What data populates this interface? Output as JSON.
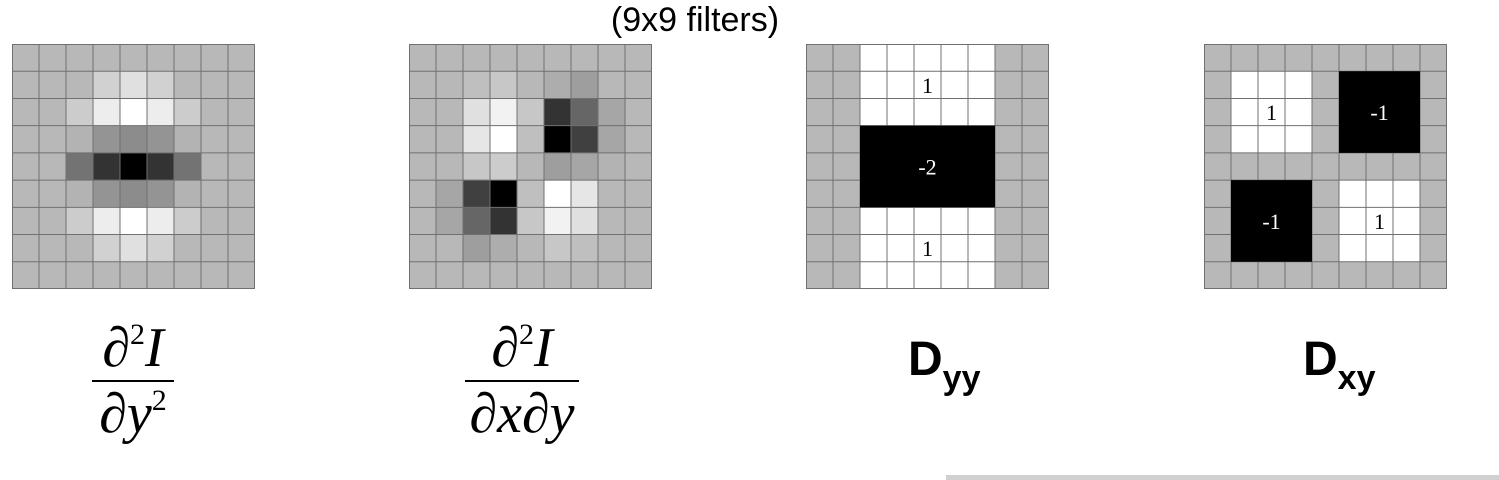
{
  "title": "(9x9 filters)",
  "colors": {
    "base_gray": "#b9b9b9",
    "grid_line": "#707070",
    "white": "#ffffff",
    "black": "#000000"
  },
  "filters": [
    {
      "id": "gaussian-dyy",
      "shades": [
        [
          0.72,
          0.72,
          0.72,
          0.72,
          0.72,
          0.72,
          0.72,
          0.72,
          0.72
        ],
        [
          0.72,
          0.72,
          0.72,
          0.82,
          0.88,
          0.82,
          0.72,
          0.72,
          0.72
        ],
        [
          0.72,
          0.72,
          0.8,
          0.93,
          1.0,
          0.93,
          0.8,
          0.72,
          0.72
        ],
        [
          0.72,
          0.72,
          0.7,
          0.58,
          0.55,
          0.58,
          0.7,
          0.72,
          0.72
        ],
        [
          0.72,
          0.72,
          0.45,
          0.2,
          0.0,
          0.2,
          0.45,
          0.72,
          0.72
        ],
        [
          0.72,
          0.72,
          0.7,
          0.58,
          0.55,
          0.58,
          0.7,
          0.72,
          0.72
        ],
        [
          0.72,
          0.72,
          0.8,
          0.93,
          1.0,
          0.93,
          0.8,
          0.72,
          0.72
        ],
        [
          0.72,
          0.72,
          0.72,
          0.82,
          0.88,
          0.82,
          0.72,
          0.72,
          0.72
        ],
        [
          0.72,
          0.72,
          0.72,
          0.72,
          0.72,
          0.72,
          0.72,
          0.72,
          0.72
        ]
      ]
    },
    {
      "id": "gaussian-dxy",
      "shades": [
        [
          0.72,
          0.72,
          0.72,
          0.72,
          0.72,
          0.72,
          0.72,
          0.72,
          0.72
        ],
        [
          0.72,
          0.72,
          0.75,
          0.78,
          0.72,
          0.68,
          0.62,
          0.72,
          0.72
        ],
        [
          0.72,
          0.72,
          0.88,
          0.95,
          0.78,
          0.2,
          0.4,
          0.65,
          0.72
        ],
        [
          0.72,
          0.72,
          0.9,
          1.0,
          0.75,
          0.0,
          0.25,
          0.65,
          0.72
        ],
        [
          0.72,
          0.72,
          0.78,
          0.8,
          0.72,
          0.62,
          0.65,
          0.7,
          0.72
        ],
        [
          0.72,
          0.65,
          0.25,
          0.0,
          0.75,
          1.0,
          0.9,
          0.72,
          0.72
        ],
        [
          0.72,
          0.65,
          0.4,
          0.2,
          0.78,
          0.95,
          0.88,
          0.72,
          0.72
        ],
        [
          0.72,
          0.72,
          0.62,
          0.68,
          0.72,
          0.78,
          0.75,
          0.72,
          0.72
        ],
        [
          0.72,
          0.72,
          0.72,
          0.72,
          0.72,
          0.72,
          0.72,
          0.72,
          0.72
        ]
      ]
    },
    {
      "id": "box-dyy",
      "shades": [
        [
          0.72,
          0.72,
          1,
          1,
          1,
          1,
          1,
          0.72,
          0.72
        ],
        [
          0.72,
          0.72,
          1,
          1,
          1,
          1,
          1,
          0.72,
          0.72
        ],
        [
          0.72,
          0.72,
          1,
          1,
          1,
          1,
          1,
          0.72,
          0.72
        ],
        [
          0.72,
          0.72,
          0,
          0,
          0,
          0,
          0,
          0.72,
          0.72
        ],
        [
          0.72,
          0.72,
          0,
          0,
          0,
          0,
          0,
          0.72,
          0.72
        ],
        [
          0.72,
          0.72,
          0,
          0,
          0,
          0,
          0,
          0.72,
          0.72
        ],
        [
          0.72,
          0.72,
          1,
          1,
          1,
          1,
          1,
          0.72,
          0.72
        ],
        [
          0.72,
          0.72,
          1,
          1,
          1,
          1,
          1,
          0.72,
          0.72
        ],
        [
          0.72,
          0.72,
          1,
          1,
          1,
          1,
          1,
          0.72,
          0.72
        ]
      ],
      "blocks": [
        {
          "rows": [
            0,
            2
          ],
          "cols": [
            2,
            6
          ],
          "fill": 1,
          "label": "1"
        },
        {
          "rows": [
            3,
            5
          ],
          "cols": [
            2,
            6
          ],
          "fill": 0,
          "label": "-2"
        },
        {
          "rows": [
            6,
            8
          ],
          "cols": [
            2,
            6
          ],
          "fill": 1,
          "label": "1"
        }
      ]
    },
    {
      "id": "box-dxy",
      "shades": [
        [
          0.72,
          0.72,
          0.72,
          0.72,
          0.72,
          0.72,
          0.72,
          0.72,
          0.72
        ],
        [
          0.72,
          1,
          1,
          1,
          0.72,
          0,
          0,
          0,
          0.72
        ],
        [
          0.72,
          1,
          1,
          1,
          0.72,
          0,
          0,
          0,
          0.72
        ],
        [
          0.72,
          1,
          1,
          1,
          0.72,
          0,
          0,
          0,
          0.72
        ],
        [
          0.72,
          0.72,
          0.72,
          0.72,
          0.72,
          0.72,
          0.72,
          0.72,
          0.72
        ],
        [
          0.72,
          0,
          0,
          0,
          0.72,
          1,
          1,
          1,
          0.72
        ],
        [
          0.72,
          0,
          0,
          0,
          0.72,
          1,
          1,
          1,
          0.72
        ],
        [
          0.72,
          0,
          0,
          0,
          0.72,
          1,
          1,
          1,
          0.72
        ],
        [
          0.72,
          0.72,
          0.72,
          0.72,
          0.72,
          0.72,
          0.72,
          0.72,
          0.72
        ]
      ],
      "blocks": [
        {
          "rows": [
            1,
            3
          ],
          "cols": [
            1,
            3
          ],
          "fill": 1,
          "label": "1"
        },
        {
          "rows": [
            1,
            3
          ],
          "cols": [
            5,
            7
          ],
          "fill": 0,
          "label": "-1"
        },
        {
          "rows": [
            5,
            7
          ],
          "cols": [
            1,
            3
          ],
          "fill": 0,
          "label": "-1"
        },
        {
          "rows": [
            5,
            7
          ],
          "cols": [
            5,
            7
          ],
          "fill": 1,
          "label": "1"
        }
      ]
    }
  ],
  "captions": {
    "f1": {
      "num_d": "∂",
      "num_exp": "2",
      "num_var": "I",
      "den_d": "∂",
      "den_var": "y",
      "den_exp": "2"
    },
    "f2": {
      "num_d": "∂",
      "num_exp": "2",
      "num_var": "I",
      "den": "∂x∂y"
    },
    "d1": {
      "main": "D",
      "sub": "yy"
    },
    "d2": {
      "main": "D",
      "sub": "xy"
    }
  }
}
